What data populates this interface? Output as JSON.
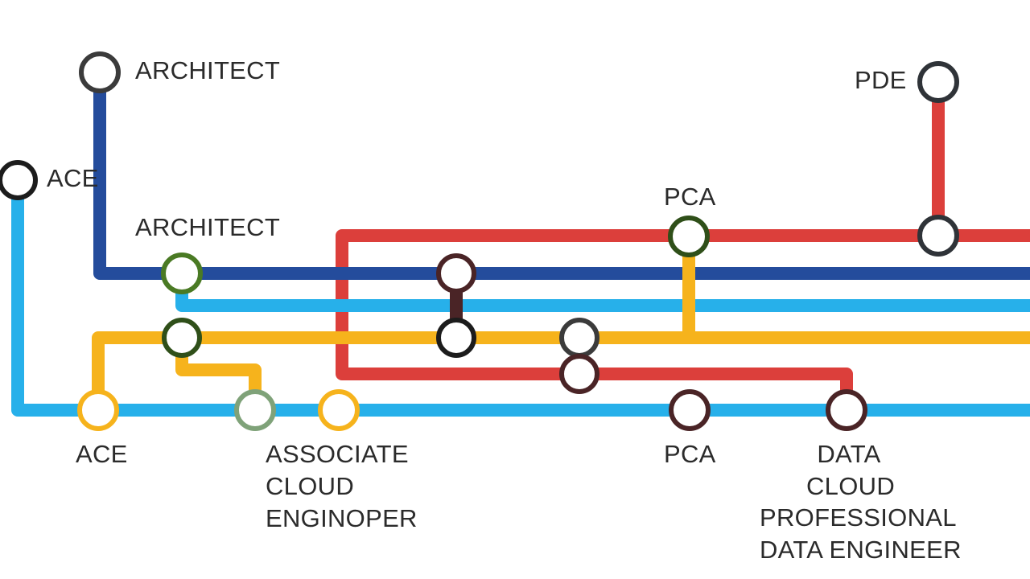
{
  "colors": {
    "architect_line": "#244c9c",
    "ace_line": "#27b0ea",
    "red_line": "#dc3f3b",
    "yellow_line": "#f6b31c",
    "station_dark": "#3b3b3b",
    "station_black": "#1c1c1c",
    "station_green": "#4a7a24",
    "station_deep_green": "#2f4f19",
    "station_sage": "#7fa279",
    "station_maroon": "#4a2426",
    "station_orange": "#f6b31c"
  },
  "labels": {
    "architect_top": "ARCHITECT",
    "ace_top": "ACE",
    "architect_mid": "ARCHITECT",
    "pde": "PDE",
    "pca_top": "PCA",
    "ace_bottom": "ACE",
    "associate": "ASSOCIATE\nCLOUD\nENGINOPER",
    "pca_bottom": "PCA",
    "data_line1": "DATA",
    "data_line2": "CLOUD",
    "data_line3": "PROFESSIONAL",
    "data_line4": "DATA ENGINEER"
  }
}
